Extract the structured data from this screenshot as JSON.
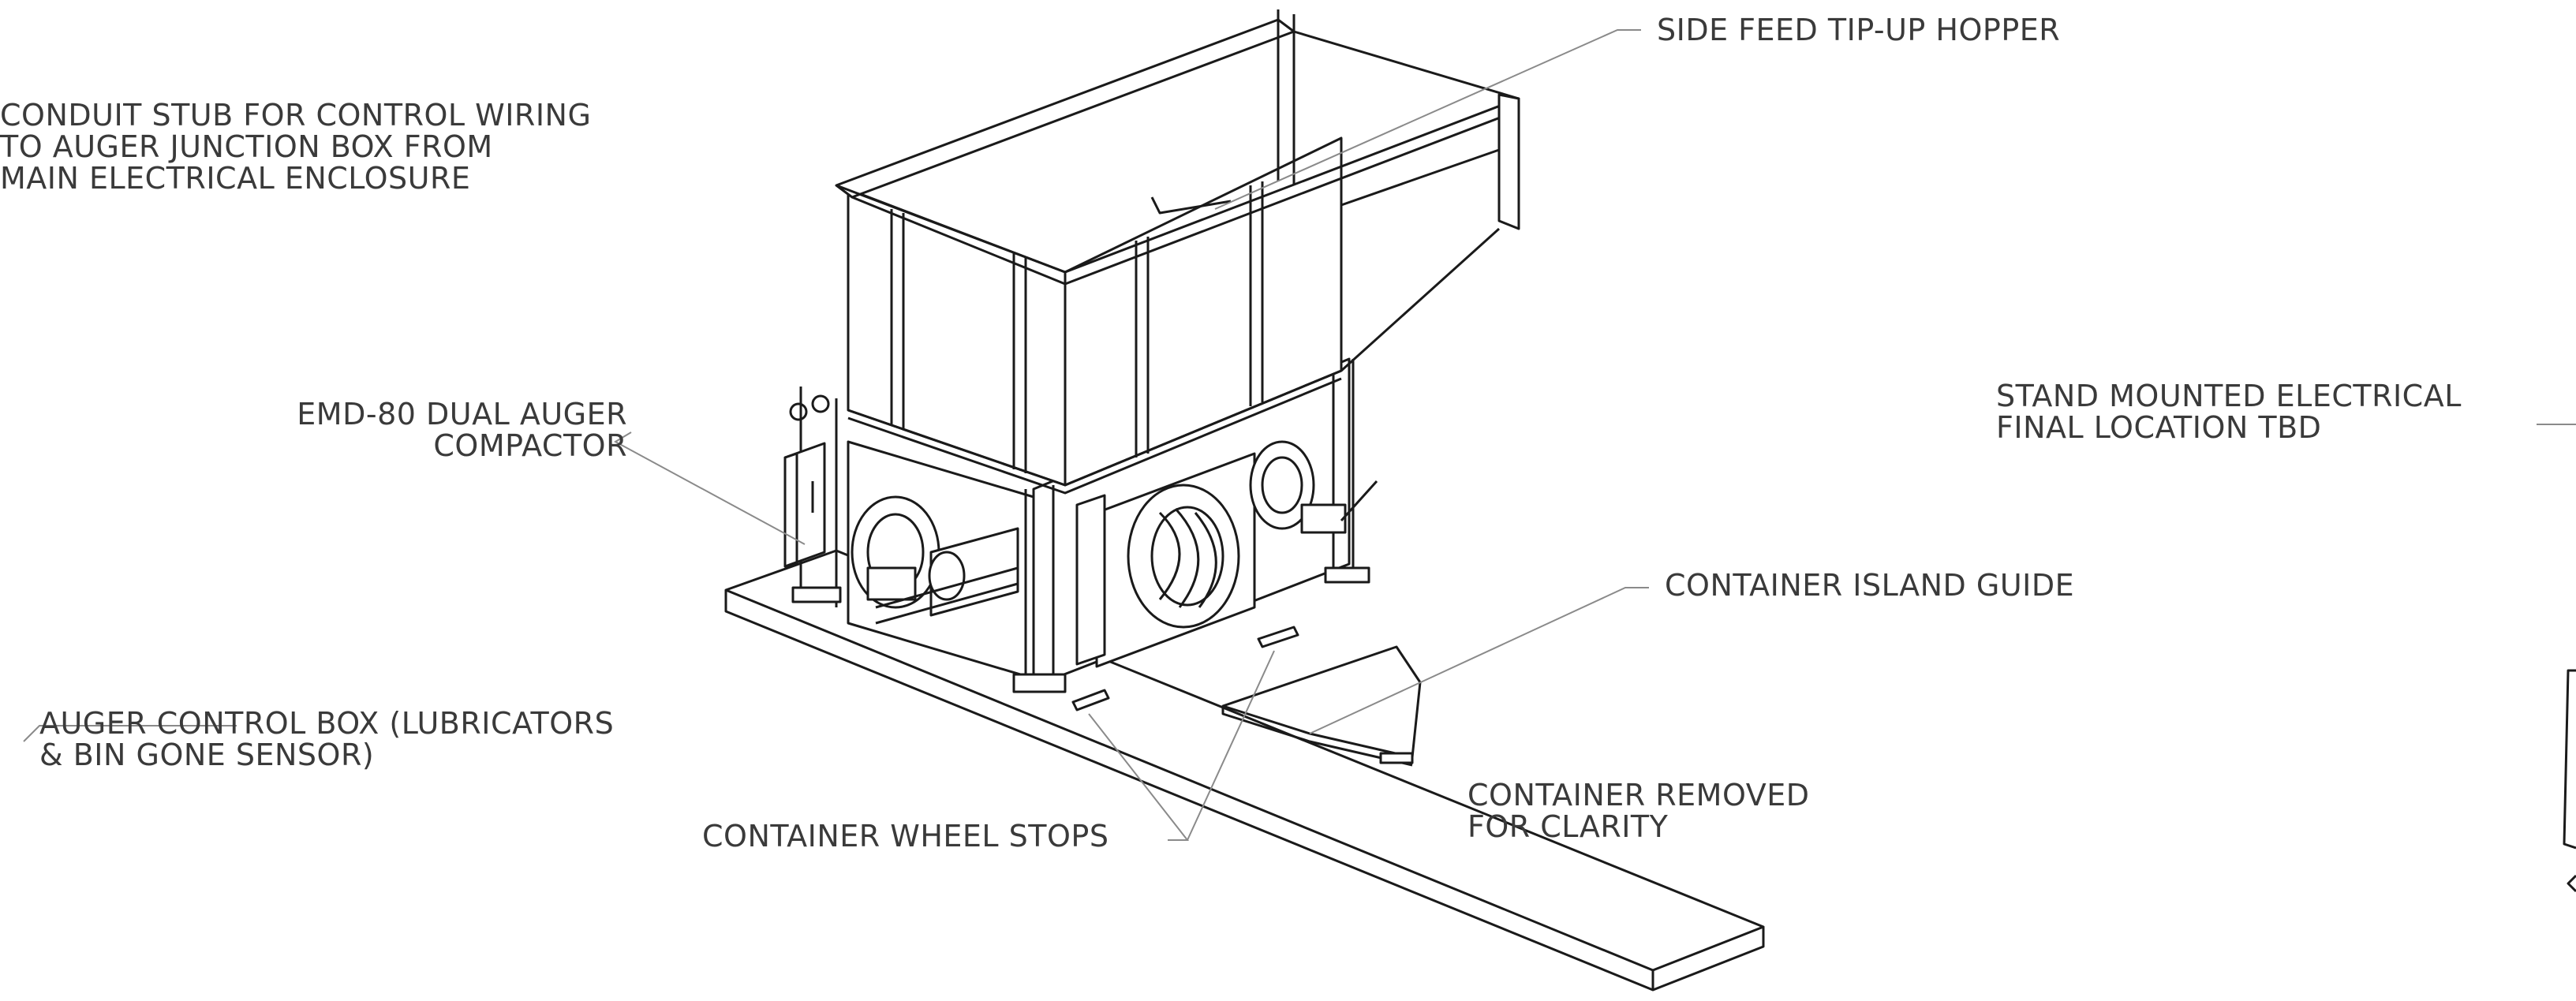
{
  "labels": {
    "side_feed_hopper": "SIDE FEED TIP-UP HOPPER",
    "conduit_stub": [
      "CONDUIT STUB FOR CONTROL WIRING",
      "TO AUGER JUNCTION BOX FROM",
      "MAIN ELECTRICAL ENCLOSURE"
    ],
    "compactor": [
      "EMD-80 DUAL AUGER",
      "COMPACTOR"
    ],
    "stand_mounted": [
      "STAND MOUNTED ELECTRICAL",
      "FINAL LOCATION TBD"
    ],
    "island_guide": "CONTAINER ISLAND GUIDE",
    "auger_control_box": [
      "AUGER CONTROL BOX (LUBRICATORS",
      "& BIN GONE SENSOR)"
    ],
    "wheel_stops": "CONTAINER WHEEL STOPS",
    "container_removed": [
      "CONTAINER REMOVED",
      "FOR CLARITY"
    ]
  }
}
